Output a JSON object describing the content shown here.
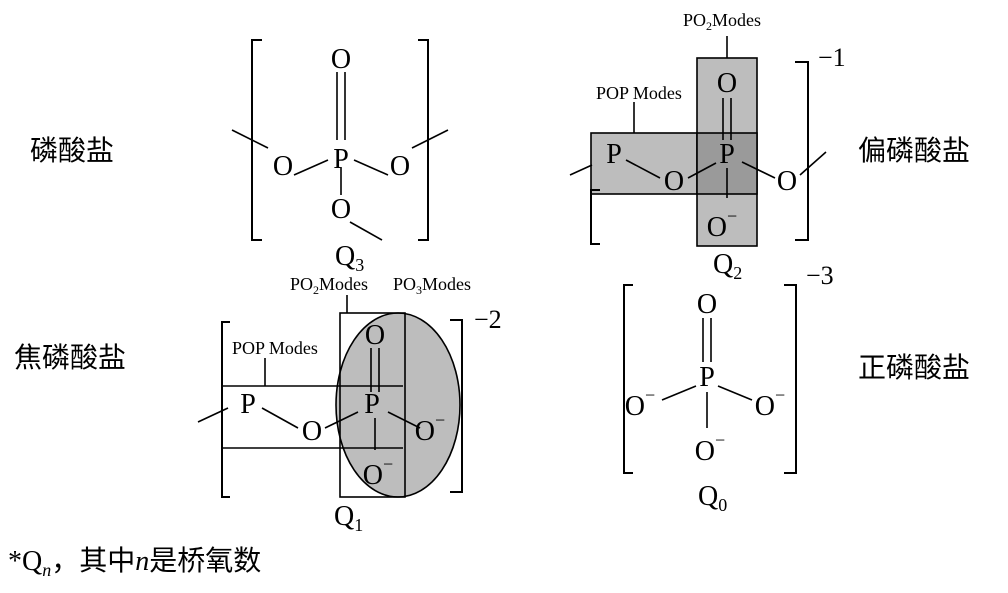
{
  "labels": {
    "phosphate": "磷酸盐",
    "metaphosphate": "偏磷酸盐",
    "pyrophosphate": "焦磷酸盐",
    "orthophosphate": "正磷酸盐"
  },
  "q_labels": {
    "q3": "Q",
    "q3_sub": "3",
    "q2": "Q",
    "q2_sub": "2",
    "q1": "Q",
    "q1_sub": "1",
    "q0": "Q",
    "q0_sub": "0"
  },
  "atoms": {
    "P": "P",
    "O": "O",
    "O_minus": "O",
    "minus": "−"
  },
  "charges": {
    "meta": "−1",
    "pyro": "−2",
    "ortho": "−3"
  },
  "modes": {
    "pop": "POP Modes",
    "po2_prefix": "PO",
    "po2_sub": "2",
    "po3_sub": "3",
    "modes_suffix": "Modes"
  },
  "footnote": {
    "star_q": "*Q",
    "n": "n",
    "comma": "，其中",
    "n2": "n",
    "rest": "是桥氧数"
  }
}
